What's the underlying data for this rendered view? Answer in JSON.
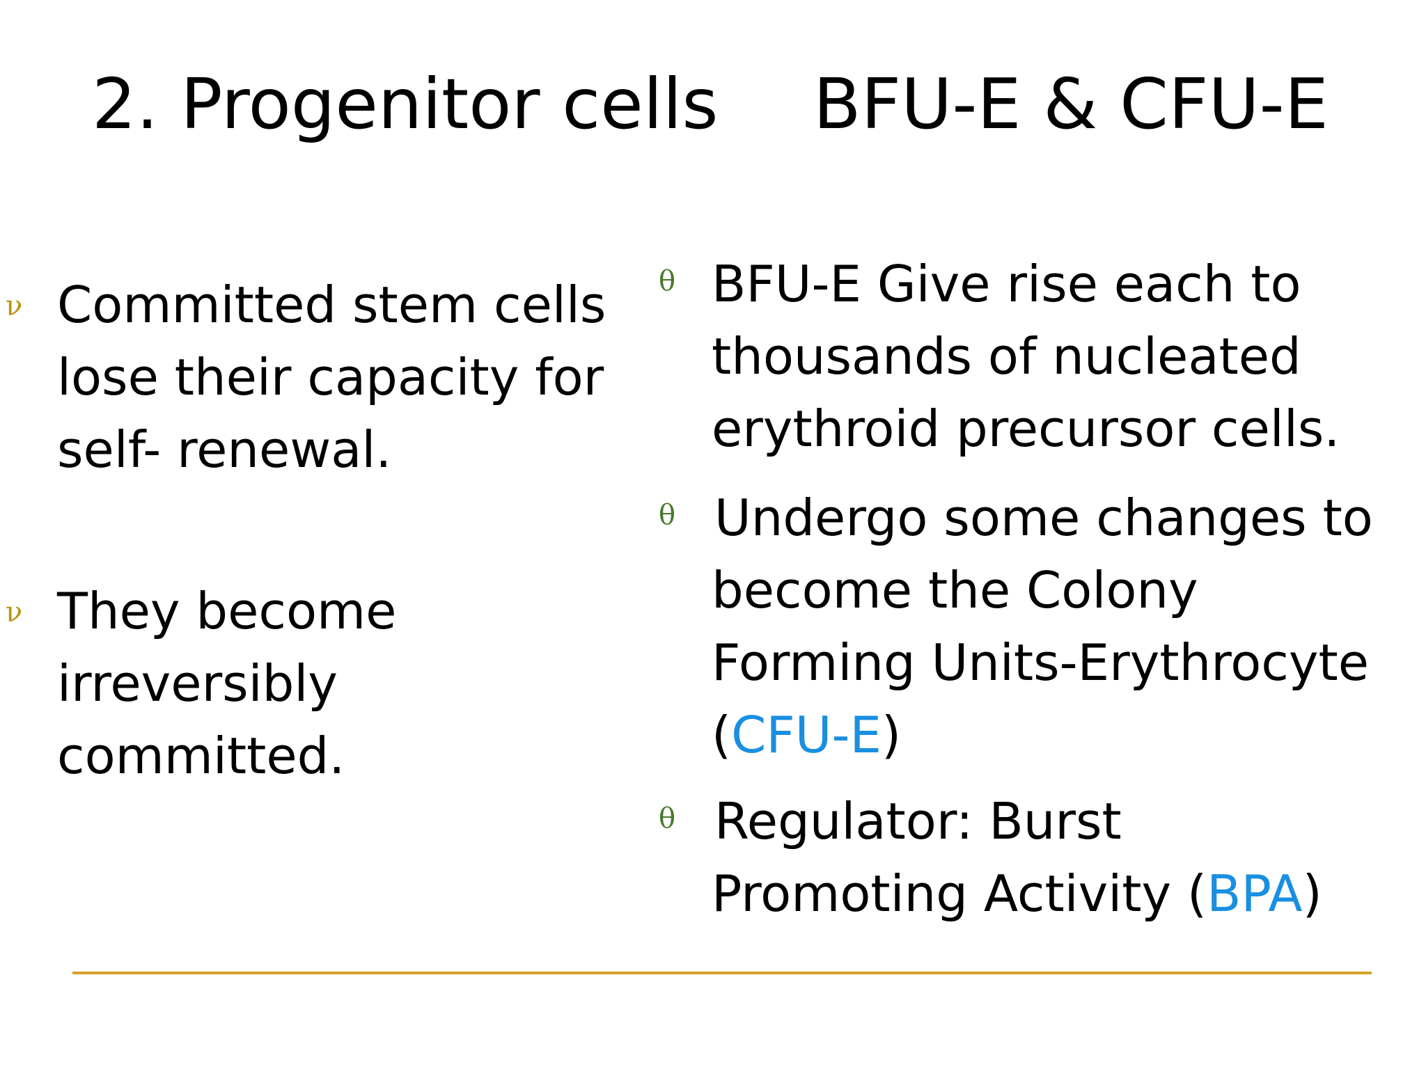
{
  "title": {
    "left": "2. Progenitor cells",
    "right": "BFU-E & CFU-E"
  },
  "left_column": {
    "marker": "ν",
    "bullets": [
      {
        "lines": [
          "Committed stem  cells",
          "lose their  capacity for",
          "self-  renewal."
        ]
      },
      {
        "lines": [
          "They become",
          "irreversibly",
          "committed."
        ]
      }
    ]
  },
  "right_column": {
    "marker": "θ",
    "bullet1": {
      "lines": [
        " BFU-E Give rise each to",
        "thousands of nucleated",
        "erythroid precursor cells."
      ]
    },
    "bullet2": {
      "lines": [
        "Undergo some changes to",
        "become the Colony",
        "Forming Units-Erythrocyte"
      ],
      "last_open": "(",
      "last_accent": "CFU-E",
      "last_close": ")"
    },
    "bullet3": {
      "line1": "Regulator: Burst",
      "line2_text": "Promoting Activity (",
      "line2_accent": "BPA",
      "line2_close": ")"
    }
  },
  "colors": {
    "accent": "#1a8fe0",
    "divider": "#d4a22a",
    "left_marker": "#b89410",
    "right_marker": "#4a7a2a"
  }
}
